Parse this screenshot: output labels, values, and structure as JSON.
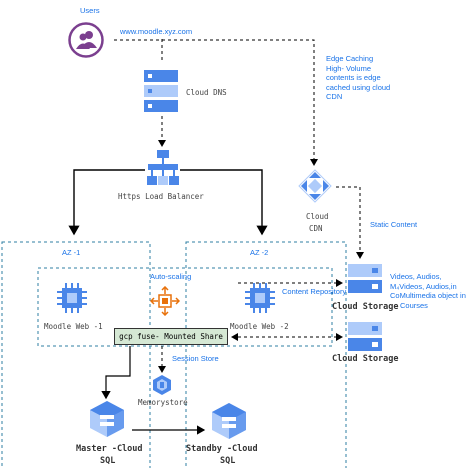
{
  "nodes": {
    "users": "Users",
    "url": "www.moodle.xyz.com",
    "cloud_dns": "Cloud DNS",
    "load_balancer": "Https Load Balancer",
    "cdn_line1": "Cloud",
    "cdn_line2": "CDN",
    "edge_caching": [
      "Edge Caching",
      "High- Volume",
      "contents is edge",
      "cached using cloud",
      "CDN"
    ],
    "static_content": "Static Content",
    "az1": "AZ -1",
    "az2": "AZ -2",
    "auto_scaling": "Auto-scaling",
    "moodle_web_1": "Moodle Web -1",
    "moodle_web_2": "Moodle Web -2",
    "content_repository": "Content Repository",
    "cloud_storage_1": "Cloud Storage",
    "cloud_storage_2": "Cloud Storage",
    "storage_note": [
      "Videos, Audios,",
      "M₄Videos, Audios,in",
      "CoMultimedia object in",
      "Courses"
    ],
    "gcp_fuse": "gcp fuse- Mounted Share",
    "session_store": "Session Store",
    "memorystore": "Memorystore",
    "master_sql_1": "Master -Cloud",
    "master_sql_2": "SQL",
    "standby_sql_1": "Standby -Cloud",
    "standby_sql_2": "SQL"
  },
  "colors": {
    "blue_icon": "#4a86e8",
    "blue_light": "#aecbfa",
    "user_purple": "#7b3f8f",
    "orange": "#e8710a",
    "fuse_green": "#d5e8d4",
    "zone_border": "#2f7fa3",
    "text_blue": "#1a73e8"
  }
}
